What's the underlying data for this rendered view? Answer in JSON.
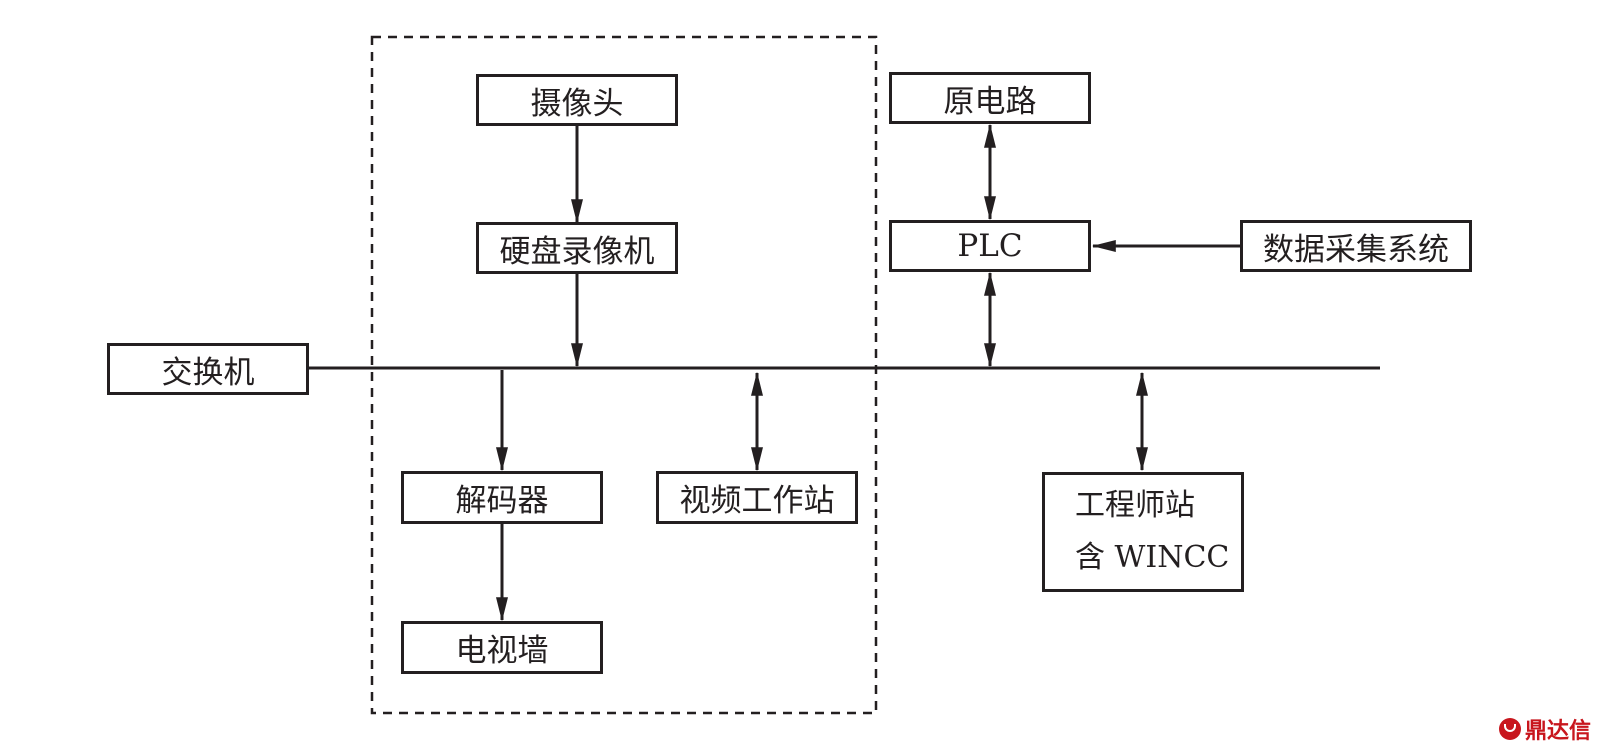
{
  "nodes": {
    "camera": "摄像头",
    "nvr": "硬盘录像机",
    "switch": "交换机",
    "decoder": "解码器",
    "video_wall": "电视墙",
    "video_workstation": "视频工作站",
    "original_circuit": "原电路",
    "plc": "PLC",
    "data_acquisition": "数据采集系统",
    "engineer_station_line1": "工程师站",
    "engineer_station_line2": "含 WINCC"
  },
  "watermark": {
    "text": "鼎达信",
    "color": "#c8161d"
  },
  "colors": {
    "line": "#231f20",
    "background": "#ffffff"
  }
}
